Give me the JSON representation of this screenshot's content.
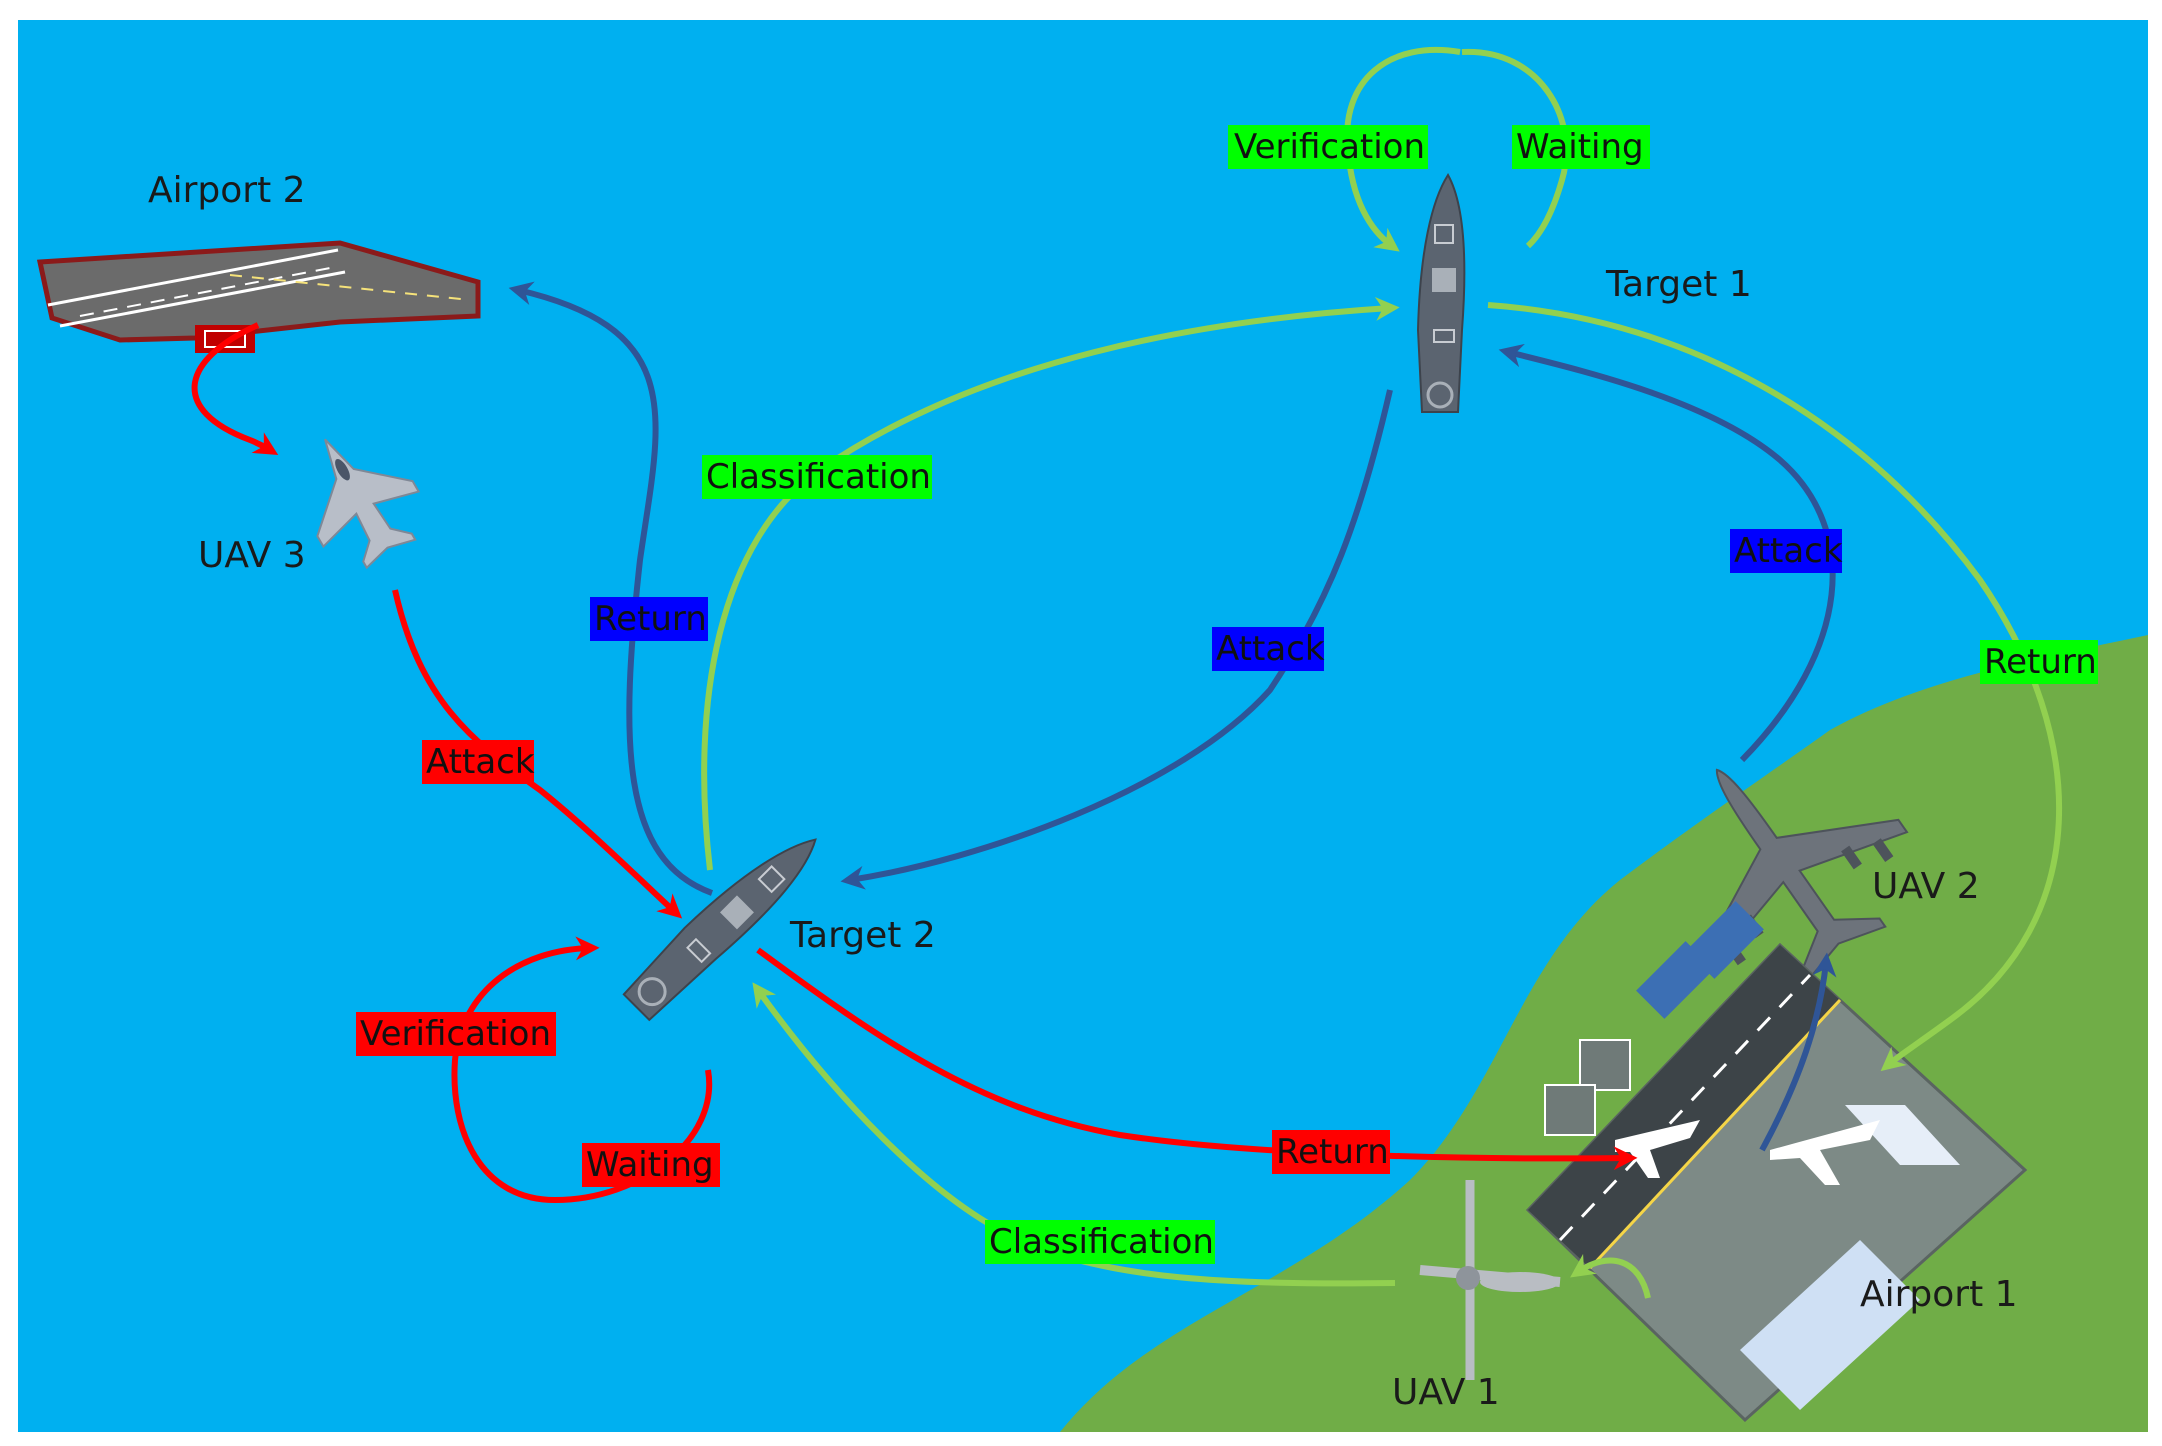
{
  "colors": {
    "sea": "#00b0f0",
    "land": "#70ad47",
    "red": "#ff0000",
    "blue": "#2f5597",
    "green": "#92d050",
    "green_label_bg": "#00ff00",
    "blue_label_bg": "#0000ff",
    "red_label_bg": "#ff0000"
  },
  "nodes": {
    "airport2": "Airport 2",
    "uav3": "UAV 3",
    "target1": "Target 1",
    "target2": "Target 2",
    "uav2": "UAV 2",
    "airport1": "Airport 1",
    "uav1": "UAV 1"
  },
  "edges": {
    "t1_verification": "Verification",
    "t1_waiting": "Waiting",
    "t2_classification": "Classification",
    "t2_return_blue": "Return",
    "t2_attack_blue": "Attack",
    "uav2_attack": "Attack",
    "uav2_return": "Return",
    "uav3_attack": "Attack",
    "t2_verification": "Verification",
    "t2_waiting": "Waiting",
    "t2_return_red": "Return",
    "uav1_classification": "Classification"
  }
}
